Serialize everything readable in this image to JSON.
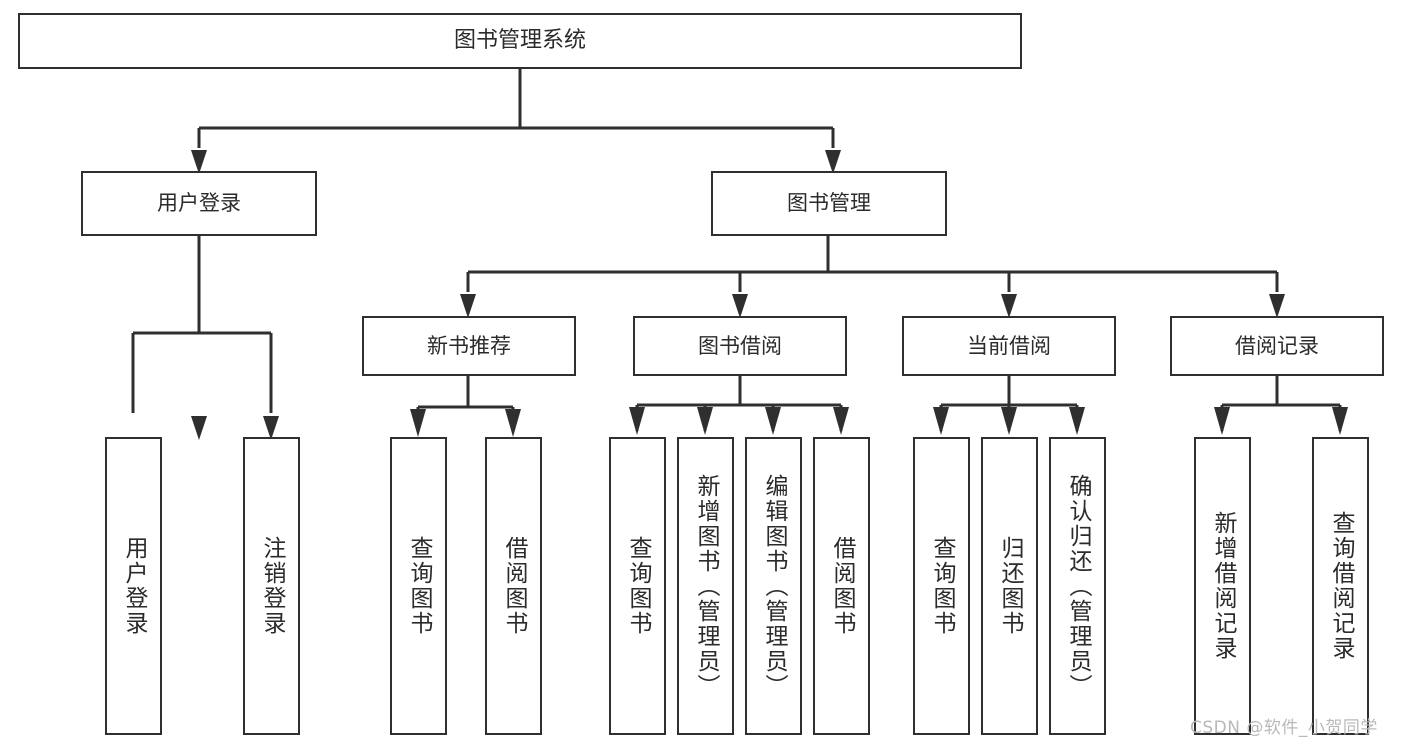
{
  "diagram": {
    "title_text": "图书管理系统",
    "type": "hierarchy-tree",
    "edge_color": "#2f2f2f",
    "box_border_color": "#2f2f2f",
    "text_color": "#2b2b2b",
    "background_color": "#ffffff",
    "watermark": "CSDN @软件_小贺同学"
  },
  "nodes": {
    "root": {
      "label": "图书管理系统",
      "level": 0
    },
    "level1": [
      {
        "id": "user-login",
        "label": "用户登录"
      },
      {
        "id": "book-management",
        "label": "图书管理"
      }
    ],
    "level2": [
      {
        "id": "new-book-recommend",
        "label": "新书推荐"
      },
      {
        "id": "book-borrow",
        "label": "图书借阅"
      },
      {
        "id": "current-borrow",
        "label": "当前借阅"
      },
      {
        "id": "borrow-record",
        "label": "借阅记录"
      }
    ],
    "leaves": {
      "user_login": [
        {
          "id": "leaf-user-login",
          "label": "用户登录"
        },
        {
          "id": "leaf-logout-login",
          "label": "注销登录"
        }
      ],
      "new_book_recommend": [
        {
          "id": "leaf-query-book-1",
          "label": "查询图书"
        },
        {
          "id": "leaf-borrow-book-1",
          "label": "借阅图书"
        }
      ],
      "book_borrow": [
        {
          "id": "leaf-query-book-2",
          "label": "查询图书"
        },
        {
          "id": "leaf-add-book",
          "label": "新增图书（管理员）"
        },
        {
          "id": "leaf-edit-book",
          "label": "编辑图书（管理员）"
        },
        {
          "id": "leaf-borrow-book-2",
          "label": "借阅图书"
        }
      ],
      "current_borrow": [
        {
          "id": "leaf-query-book-3",
          "label": "查询图书"
        },
        {
          "id": "leaf-return-book",
          "label": "归还图书"
        },
        {
          "id": "leaf-confirm-return",
          "label": "确认归还（管理员）"
        }
      ],
      "borrow_record": [
        {
          "id": "leaf-add-record",
          "label": "新增借阅记录"
        },
        {
          "id": "leaf-query-record",
          "label": "查询借阅记录"
        }
      ]
    }
  }
}
